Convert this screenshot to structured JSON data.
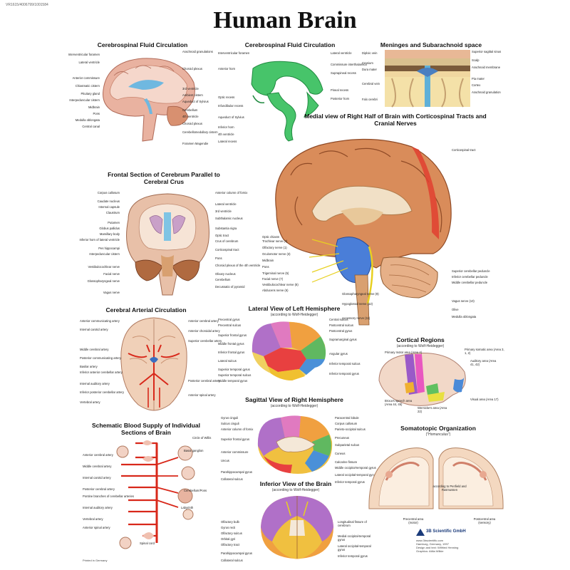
{
  "header": {
    "code": "VR1615/4006799/1001584",
    "title": "Human Brain"
  },
  "panels": {
    "csf1": {
      "title": "Cerebrospinal Fluid Circulation",
      "left": [
        "Interventricular foramen",
        "Lateral ventricle",
        "Anterior commissure",
        "Chiasmatic cistern",
        "Pituitary gland",
        "Interpeduncular cistern",
        "Midbrain",
        "Pons",
        "Medulla oblongata",
        "Central canal"
      ],
      "right": [
        "Arachnoid granulations",
        "Choroid plexus",
        "3rd ventricle",
        "Ambient cistern",
        "Aqueduct of Sylvius",
        "Cerebellum",
        "4th ventricle",
        "Choroid plexus",
        "Cerebellomedullary cistern",
        "Foramen Magendie"
      ]
    },
    "csf2": {
      "title": "Cerebrospinal Fluid Circulation",
      "left": [
        "Interventricular foramen",
        "Anterior horn",
        "Optic recess",
        "Infundibular recess",
        "Aqueduct of Sylvius",
        "Inferior horn",
        "4th ventricle",
        "Lateral recess"
      ],
      "right": [
        "Lateral ventricle",
        "Commissure interthalamica",
        "Suprapineal recess",
        "Pineal recess",
        "Posterior horn"
      ]
    },
    "meninges": {
      "title": "Meninges and Subarachnoid space",
      "left": [
        "Diploic vein",
        "Cranium",
        "Dura mater",
        "Cerebral vein",
        "Falx cerebri"
      ],
      "right": [
        "Superior sagittal sinus",
        "Scalp",
        "Arachnoid membrane",
        "Pia mater",
        "Cortex",
        "Arachnoid granulation"
      ]
    },
    "medial": {
      "title": "Medial view of Right Half of Brain with Corticospinal Tracts and Cranial Nerves",
      "left": [
        "Optic chiasm",
        "Trochlear nerve (4)",
        "Olfactory nerve (1)",
        "Oculomotor nerve (3)",
        "Midbrain",
        "Pons",
        "Trigeminal nerve (5)",
        "Facial nerve (7)",
        "Vestibulocochlear nerve (8)",
        "Abducens nerve (6)",
        "Glossopharyngeal nerve (9)",
        "Hypoglossal nerve (12)",
        "Accessory nerve (11)"
      ],
      "right": [
        "Corticospinal tract",
        "Superior cerebellar peduncle",
        "Inferior cerebellar peduncle",
        "Middle cerebellar peduncle",
        "Vagus nerve (10)",
        "Olive",
        "Medulla oblongata"
      ]
    },
    "frontal": {
      "title": "Frontal Section of Cerebrum Parallel to Cerebral Crus",
      "left": [
        "Corpus callosum",
        "Caudate nucleus",
        "Internal capsule",
        "Claustrum",
        "Putamen",
        "Globus pallidus",
        "Mamillary body",
        "Inferior horn of lateral ventricle",
        "Pes hippocampi",
        "Interpeduncular cistern",
        "Vestibulocochlear nerve",
        "Facial nerve",
        "Glossopharyngeal nerve",
        "Vagus nerve"
      ],
      "right": [
        "Anterior column of fornix",
        "Lateral ventricle",
        "3rd ventricle",
        "Subthalamic nucleus",
        "Substantia nigra",
        "Optic tract",
        "Crus of cerebrum",
        "Corticospinal tract",
        "Pons",
        "Choroid plexus of the 4th ventricle",
        "Olivary nucleus",
        "Cerebellum",
        "Decussatio of pyramid"
      ]
    },
    "arterial": {
      "title": "Cerebral Arterial Circulation",
      "left": [
        "Anterior communicating artery",
        "Internal carotid artery",
        "Middle cerebral artery",
        "Posterior communicating artery",
        "Basilar artery",
        "Inferior anterior cerebellar artery",
        "Internal auditory artery",
        "Inferior posterior cerebellar artery",
        "Vertebral artery"
      ],
      "right": [
        "Anterior cerebral artery",
        "Anterior choroidal artery",
        "Superior cerebellar artery",
        "Posterior cerebral artery",
        "Anterior spinal artery"
      ]
    },
    "lateral": {
      "title": "Lateral View of Left Hemisphere",
      "subtitle": "(according to Wolf-Heidegger)",
      "left": [
        "Precentral gyrus",
        "Precentral sulcus",
        "Superior frontal gyrus",
        "Middle frontal gyrus",
        "Inferior frontal gyrus",
        "Lateral sulcus",
        "Superior temporal gyrus",
        "Superior temporal sulcus",
        "Middle temporal gyrus"
      ],
      "right": [
        "Central sulcus",
        "Postcentral sulcus",
        "Postcentral gyrus",
        "Supramarginal gyrus",
        "Angular gyrus",
        "Inferior temporal sulcus",
        "Inferior temporal gyrus"
      ]
    },
    "cortical": {
      "title": "Cortical Regions",
      "subtitle": "(according to Wolf-Heidegger)",
      "labels": [
        "Primary motor area (Area 4)",
        "Primary somatic area (Area 3, 1, 2)",
        "Auditory area (Area 41, 42)",
        "Broca's speech area (Area 44, 45)",
        "Wernicke's area (Area 22)",
        "Visual area (Area 17)"
      ]
    },
    "blood": {
      "title": "Schematic Blood Supply of Individual Sections of Brain",
      "left": [
        "Anterior cerebral artery",
        "Middle cerebral artery",
        "Internal carotid artery",
        "Posterior cerebral artery",
        "Pontine branches of cerebellar arteries",
        "Internal auditory artery",
        "Vertebral artery",
        "Anterior spinal artery"
      ],
      "right": [
        "Circle of Willis",
        "Basal ganglion",
        "Cerebellum/Pons",
        "Labyrinth",
        "Spinal cord"
      ]
    },
    "sagittal": {
      "title": "Sagittal View of Right Hemisphere",
      "subtitle": "(according to Wolf-Heidegger)",
      "left": [
        "Gyrus cinguli",
        "Sulcus cinguli",
        "Anterior column of fornix",
        "Superior frontal gyrus",
        "Anterior commissure",
        "Uncus",
        "Parahippocampal gyrus",
        "Collateral sulcus"
      ],
      "right": [
        "Paracentral lobule",
        "Corpus callosum",
        "Parieto-occipital sulcus",
        "Precuneus",
        "Subparietal sulcus",
        "Cuneus",
        "Calcarine fissure",
        "Middle occipital-temporal gyrus",
        "Lateral occipital-temporal gyrus",
        "Inferior temporal gyrus"
      ]
    },
    "somato": {
      "title": "Somatotopic Organization",
      "subtitle": "(\"Homunculus\")",
      "center": "according to Penfield and Rasmussen",
      "left": "Precentral area (motor)",
      "right": "Postcentral area (sensory)"
    },
    "inferior": {
      "title": "Inferior View of the Brain",
      "subtitle": "(according to Wolf-Heidegger)",
      "left": [
        "Olfactory bulb",
        "Gyrus recti",
        "Olfactory sulcus",
        "Orbital gyri",
        "Olfactory tract",
        "Parahippocampal gyrus",
        "Collateral sulcus"
      ],
      "right": [
        "Longitudinal fissure of cerebrum",
        "Medial occipital-temporal gyrus",
        "Lateral occipital-temporal gyrus",
        "Inferior temporal gyrus"
      ]
    }
  },
  "footer": {
    "left": "Printed in Germany",
    "brand": "3B Scientific GmbH",
    "lines": [
      "www.3bscientific.com",
      "Hamburg, Germany, 1997",
      "Design and text: Wilfried Henning",
      "Graphics: Atilia Wilkie"
    ]
  }
}
